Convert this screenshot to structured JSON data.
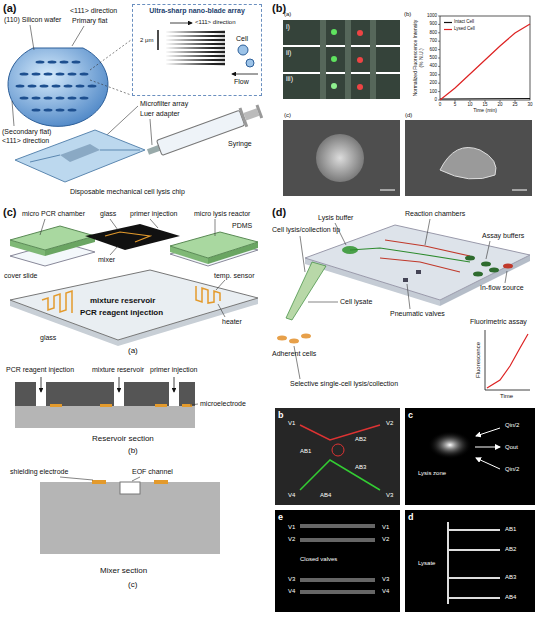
{
  "diagram": {
    "nodes": [
      {
        "text": [
          "Ultra-sharp nano-blade array"
        ]
      }
    ],
    "labels": [
      "(a)",
      "(110) Silicon wafer",
      "<111> direction",
      "Primary flat",
      "(Secondary flat)",
      "<111> direction",
      "<111> direction",
      "2 μm",
      "Cell",
      "Flow",
      "Microfilter array",
      "Luer adapter",
      "Syringe",
      "Disposable mechanical cell lysis chip",
      "(b)",
      "(a)",
      "i)",
      "ii)",
      "iii)",
      "(b)",
      "Normalized Fluorescence Intensity (% N.U.)",
      "0",
      "100",
      "200",
      "300",
      "400",
      "500",
      "600",
      "700",
      "800",
      "900",
      "1000",
      "0",
      "5",
      "10",
      "15",
      "20",
      "25",
      "30",
      "Time (min)",
      "(c)",
      "(d)",
      "(c)",
      "micro PCR chamber",
      "glass",
      "primer injection",
      "micro lysis reactor",
      "mixer",
      "cover slide",
      "PDMS",
      "mixture reservoir",
      "PCR reagent injection",
      "temp. sensor",
      "heater",
      "glass",
      "(a)",
      "PCR reagent injection",
      "mixture reservoir",
      "primer injection",
      "microelectrode",
      "Reservoir section",
      "(b)",
      "shielding electrode",
      "EOF channel",
      "Mixer section",
      "(c)",
      "(d)",
      "Cell lysis/collection tip",
      "Reaction chambers",
      "Lysis buffer",
      "Assay buffers",
      "In-flow source",
      "Cell lysate",
      "Adherent cells",
      "Pneumatic valves",
      "Fluorimetric assay",
      "Selective single-cell lysis/collection",
      "Fluorescence",
      "Time",
      "b",
      "V1",
      "V2",
      "AB1",
      "AB2",
      "AB3",
      "V4",
      "AB4",
      "V3",
      "c",
      "Qin/2",
      "Lysis zone",
      "Qout",
      "Qin/2",
      "e",
      "V1",
      "V1",
      "V2",
      "V2",
      "Closed valves",
      "V3",
      "V3",
      "V4",
      "V4",
      "d",
      "AB1",
      "Lysate",
      "AB2",
      "AB3",
      "AB4"
    ],
    "legend": [
      {
        "text": "Intact Cell"
      },
      {
        "text": "Lysed Cell"
      }
    ]
  }
}
